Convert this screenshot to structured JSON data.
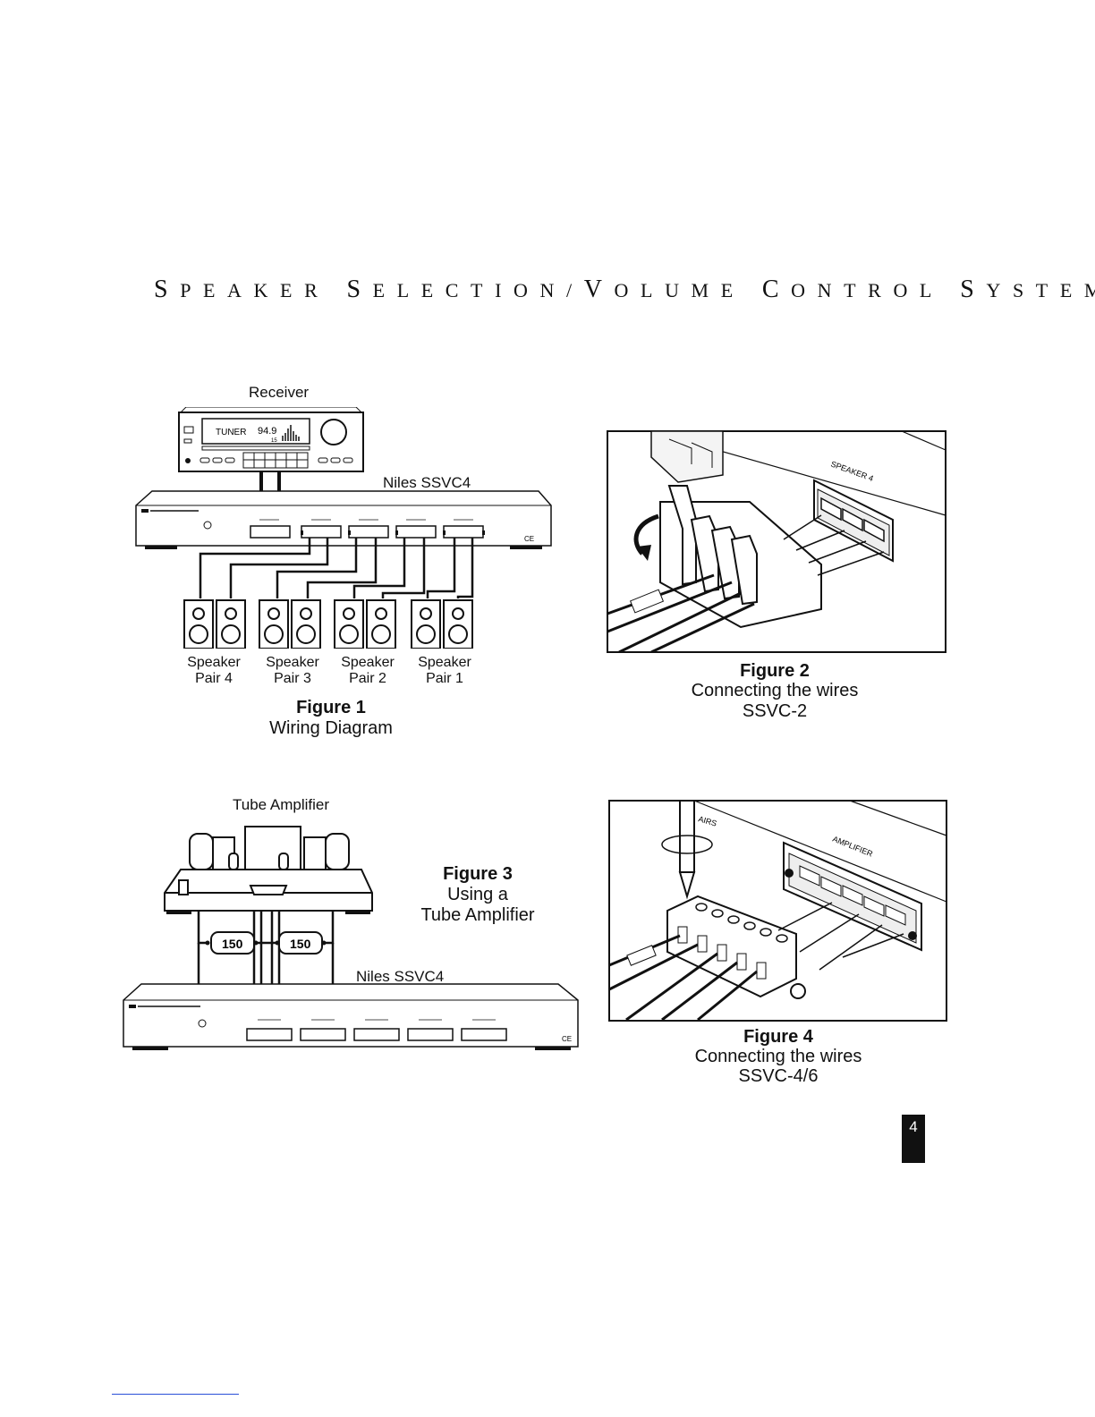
{
  "header": {
    "title": "Speaker Selection/Volume Control System"
  },
  "figure1": {
    "receiver_label": "Receiver",
    "tuner_text": "TUNER",
    "freq_text": "94.9",
    "ch_text": "15",
    "device_label": "Niles SSVC4",
    "speakers": [
      {
        "line1": "Speaker",
        "line2": "Pair 4"
      },
      {
        "line1": "Speaker",
        "line2": "Pair 3"
      },
      {
        "line1": "Speaker",
        "line2": "Pair 2"
      },
      {
        "line1": "Speaker",
        "line2": "Pair 1"
      }
    ],
    "caption_title": "Figure 1",
    "caption_sub": "Wiring Diagram"
  },
  "figure2": {
    "panel_label": "SPEAKER 4",
    "caption_title": "Figure 2",
    "caption_line1": "Connecting the wires",
    "caption_line2": "SSVC-2"
  },
  "figure3": {
    "amp_label": "Tube Amplifier",
    "resistor_label": "150",
    "device_label": "Niles SSVC4",
    "caption_title": "Figure 3",
    "caption_line1": "Using a",
    "caption_line2": "Tube Amplifier"
  },
  "figure4": {
    "panel_label": "AMPLIFIER",
    "top_label": "AIRS",
    "caption_title": "Figure 4",
    "caption_line1": "Connecting the wires",
    "caption_line2": "SSVC-4/6"
  },
  "page_number": "4"
}
